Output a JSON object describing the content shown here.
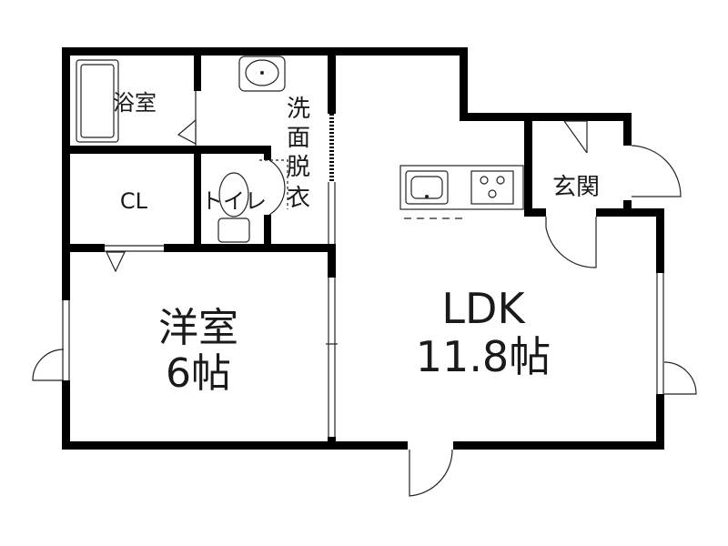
{
  "rooms": {
    "bath": "浴室",
    "washroom": [
      "洗",
      "面",
      "脱",
      "衣"
    ],
    "closet": "CL",
    "toilet": "トイレ",
    "western_room": {
      "name": "洋室",
      "size": "6帖"
    },
    "ldk": {
      "name": "LDK",
      "size": "11.8帖"
    },
    "entrance": "玄関"
  },
  "colors": {
    "wall": "#000000",
    "background": "#ffffff"
  }
}
